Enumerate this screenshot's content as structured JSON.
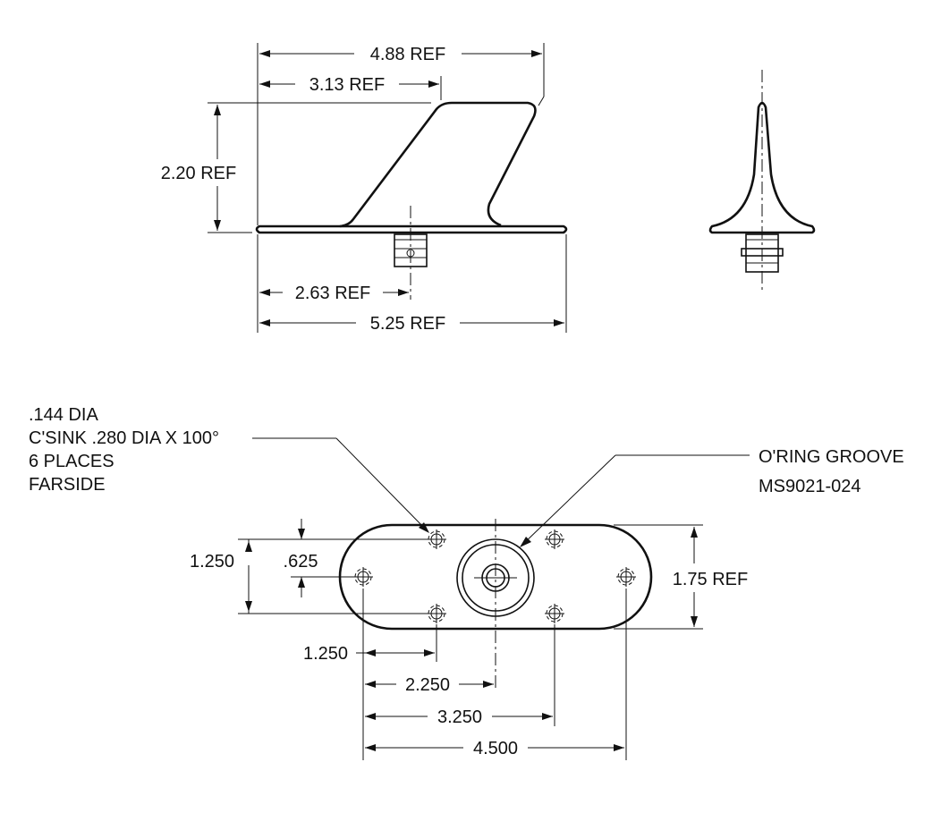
{
  "side_view": {
    "dim_overall_top": "4.88 REF",
    "dim_tip": "3.13 REF",
    "dim_height": "2.20 REF",
    "dim_connector": "2.63 REF",
    "dim_base": "5.25 REF"
  },
  "bottom_view": {
    "hole_note_line1": ".144 DIA",
    "hole_note_line2": "C'SINK .280 DIA X 100°",
    "hole_note_line3": "6 PLACES",
    "hole_note_line4": "FARSIDE",
    "groove_note_line1": "O'RING GROOVE",
    "groove_note_line2": "MS9021-024",
    "dim_vertical_outer": "1.250",
    "dim_vertical_inner": ".625",
    "dim_width": "1.75 REF",
    "dim_h1": "1.250",
    "dim_h2": "2.250",
    "dim_h3": "3.250",
    "dim_h4": "4.500"
  }
}
